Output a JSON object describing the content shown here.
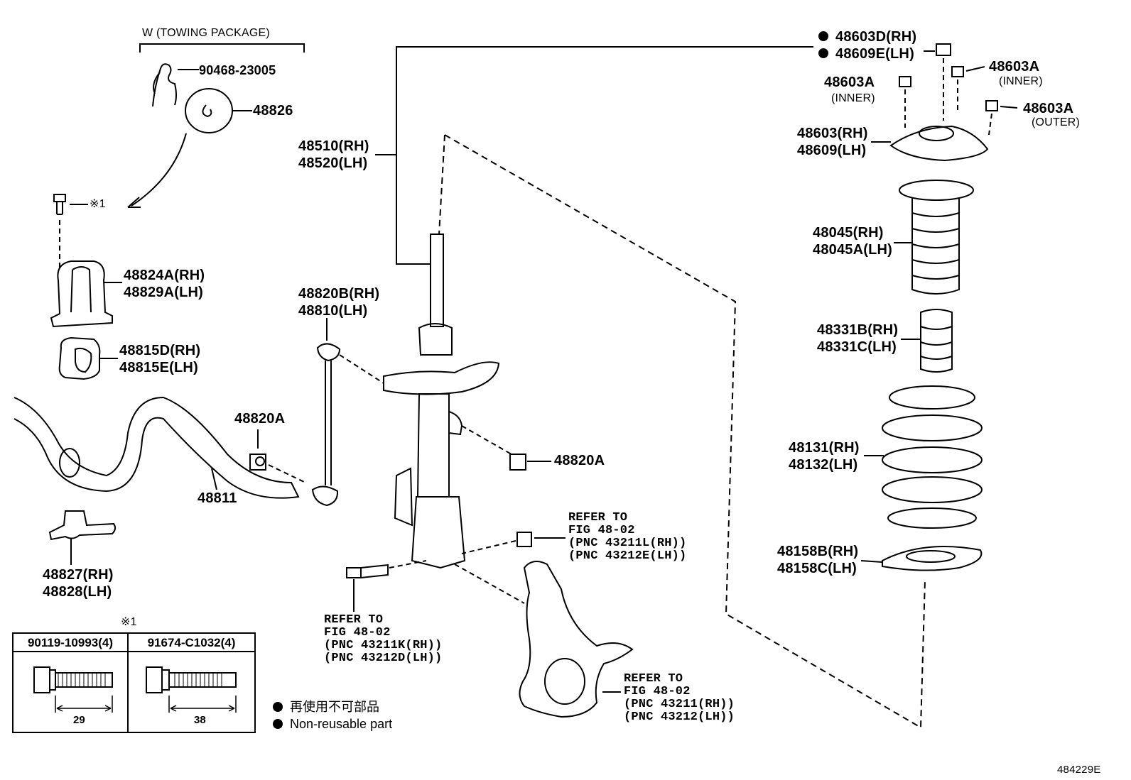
{
  "towing": {
    "title": "W (TOWING PACKAGE)",
    "clip": "90468-23005",
    "plate": "48826"
  },
  "bolt_note": "※1",
  "bracket_upper": {
    "rh": "48824A(RH)",
    "lh": "48829A(LH)"
  },
  "bushing": {
    "rh": "48815D(RH)",
    "lh": "48815E(LH)"
  },
  "stabilizer_bar": "48811",
  "nut_left": "48820A",
  "bracket_lower": {
    "rh": "48827(RH)",
    "lh": "48828(LH)"
  },
  "table": {
    "note": "※1",
    "col1": {
      "part": "90119-10993(4)",
      "length": "29"
    },
    "col2": {
      "part": "91674-C1032(4)",
      "length": "38"
    }
  },
  "shock": {
    "rh": "48510(RH)",
    "lh": "48520(LH)"
  },
  "link": {
    "rh": "48820B(RH)",
    "lh": "48810(LH)"
  },
  "nut_right": "48820A",
  "refer_nut": {
    "line1": "REFER TO",
    "line2": "FIG 48-02",
    "line3": "(PNC 43211L(RH))",
    "line4": "(PNC 43212E(LH))"
  },
  "refer_bolt": {
    "line1": "REFER TO",
    "line2": "FIG 48-02",
    "line3": "(PNC 43211K(RH))",
    "line4": "(PNC 43212D(LH))"
  },
  "refer_knuckle": {
    "line1": "REFER TO",
    "line2": "FIG 48-02",
    "line3": "(PNC 43211(RH))",
    "line4": "(PNC 43212(LH))"
  },
  "top_nut": {
    "rh": "48603D(RH)",
    "lh": "48609E(LH)"
  },
  "inner_nut_left": {
    "part": "48603A",
    "note": "(INNER)"
  },
  "inner_nut_right": {
    "part": "48603A",
    "note": "(INNER)"
  },
  "outer_nut": {
    "part": "48603A",
    "note": "(OUTER)"
  },
  "mount": {
    "rh": "48603(RH)",
    "lh": "48609(LH)"
  },
  "boot": {
    "rh": "48045(RH)",
    "lh": "48045A(LH)"
  },
  "bumper": {
    "rh": "48331B(RH)",
    "lh": "48331C(LH)"
  },
  "spring": {
    "rh": "48131(RH)",
    "lh": "48132(LH)"
  },
  "insulator": {
    "rh": "48158B(RH)",
    "lh": "48158C(LH)"
  },
  "legend": {
    "jp": "再使用不可部品",
    "en": "Non-reusable part"
  },
  "figure_id": "484229E"
}
